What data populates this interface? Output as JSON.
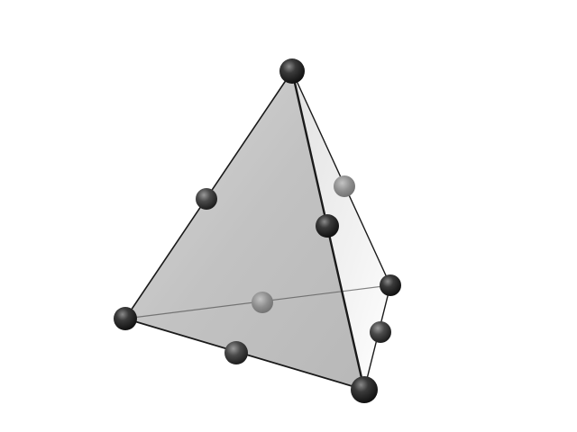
{
  "figure": {
    "background": "#ffffff",
    "edge_color": "#1a1a1a",
    "node_color": "#1e1e1e",
    "node_count": 10,
    "corner_node_count": 4,
    "midpoint_node_count": 6
  }
}
